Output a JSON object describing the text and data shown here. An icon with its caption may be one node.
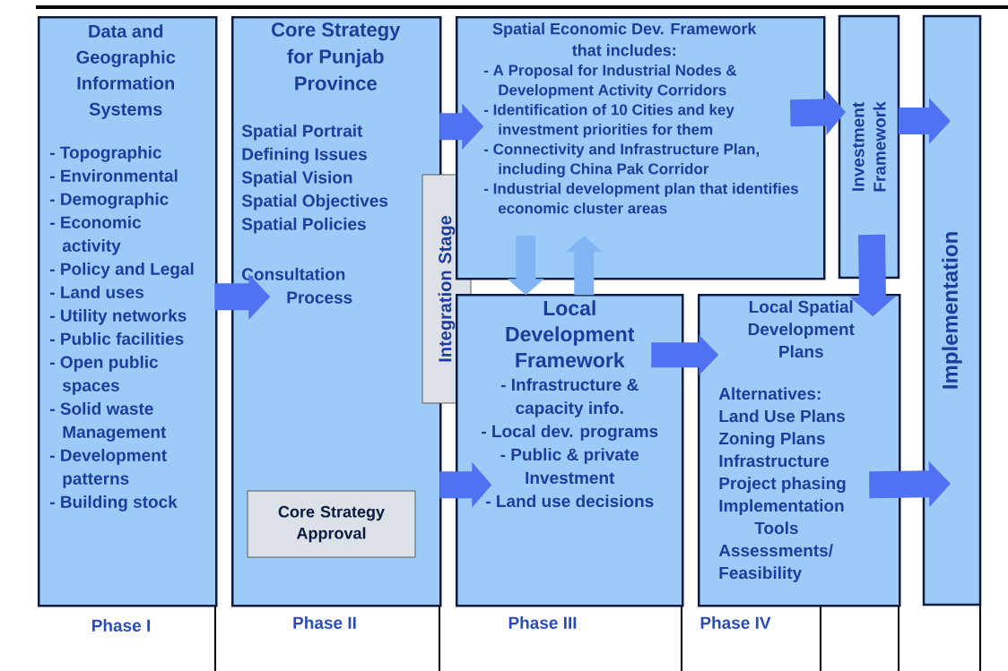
{
  "diagram": {
    "nodes": [
      {
        "text": [
          "Data and Geographic Information Systems",
          "- Topographic",
          "- Environmental",
          "- Demographic",
          "- Economic activity",
          "- Policy and Legal",
          "- Land uses",
          "- Utility networks",
          "- Public facilities",
          "- Open public spaces",
          "- Solid waste Management",
          "- Development patterns",
          "- Building stock"
        ],
        "beside": [
          "Phase I"
        ]
      },
      {
        "text": [
          "Core Strategy for Punjab Province",
          "Spatial Portrait",
          "Defining Issues",
          "Spatial Vision",
          "Spatial Objectives",
          "Spatial Policies",
          "Consultation Process"
        ],
        "beside": [
          "Phase II"
        ]
      },
      {
        "text": [
          "Core Strategy Approval"
        ],
        "in": 1
      },
      {
        "text": [
          "Integration Stage"
        ]
      },
      {
        "text": [
          "Spatial Economic Dev. Framework that includes:",
          "- A Proposal for Industrial Nodes & Development Activity Corridors",
          "- Identification of 10 Cities and key investment priorities for them",
          "- Connectivity and Infrastructure Plan, including China Pak Corridor",
          "- Industrial development plan that identifies economic cluster areas"
        ]
      },
      {
        "text": [
          "Investment Framework"
        ]
      },
      {
        "text": [
          "Local Development Framework",
          "- Infrastructure & capacity info.",
          "- Local dev. programs",
          "- Public & private Investment",
          "- Land use decisions"
        ],
        "beside": [
          "Phase III"
        ]
      },
      {
        "text": [
          "Local Spatial Development Plans",
          "Alternatives:",
          "Land Use Plans",
          "Zoning Plans",
          "Infrastructure",
          "Project phasing",
          "Implementation Tools",
          "Assessments/ Feasibility"
        ],
        "beside": [
          "Phase IV"
        ]
      },
      {
        "text": [
          "Implementation"
        ]
      }
    ],
    "edges": [
      {
        "from": 0,
        "to": 1,
        "arrow": "to"
      },
      {
        "from": 1,
        "to": 4,
        "arrow": "to"
      },
      {
        "from": 1,
        "to": 6,
        "arrow": "to"
      },
      {
        "from": 4,
        "to": 5,
        "arrow": "to"
      },
      {
        "from": 5,
        "to": 8,
        "arrow": "to"
      },
      {
        "from": 5,
        "to": 7,
        "arrow": "to"
      },
      {
        "from": 6,
        "to": 7,
        "arrow": "to"
      },
      {
        "from": 7,
        "to": 8,
        "arrow": "to"
      },
      {
        "from": 4,
        "to": 6,
        "arrow": "to",
        "color": "#80b4f4"
      },
      {
        "from": 6,
        "to": 4,
        "arrow": "to",
        "color": "#80b4f4"
      }
    ]
  }
}
